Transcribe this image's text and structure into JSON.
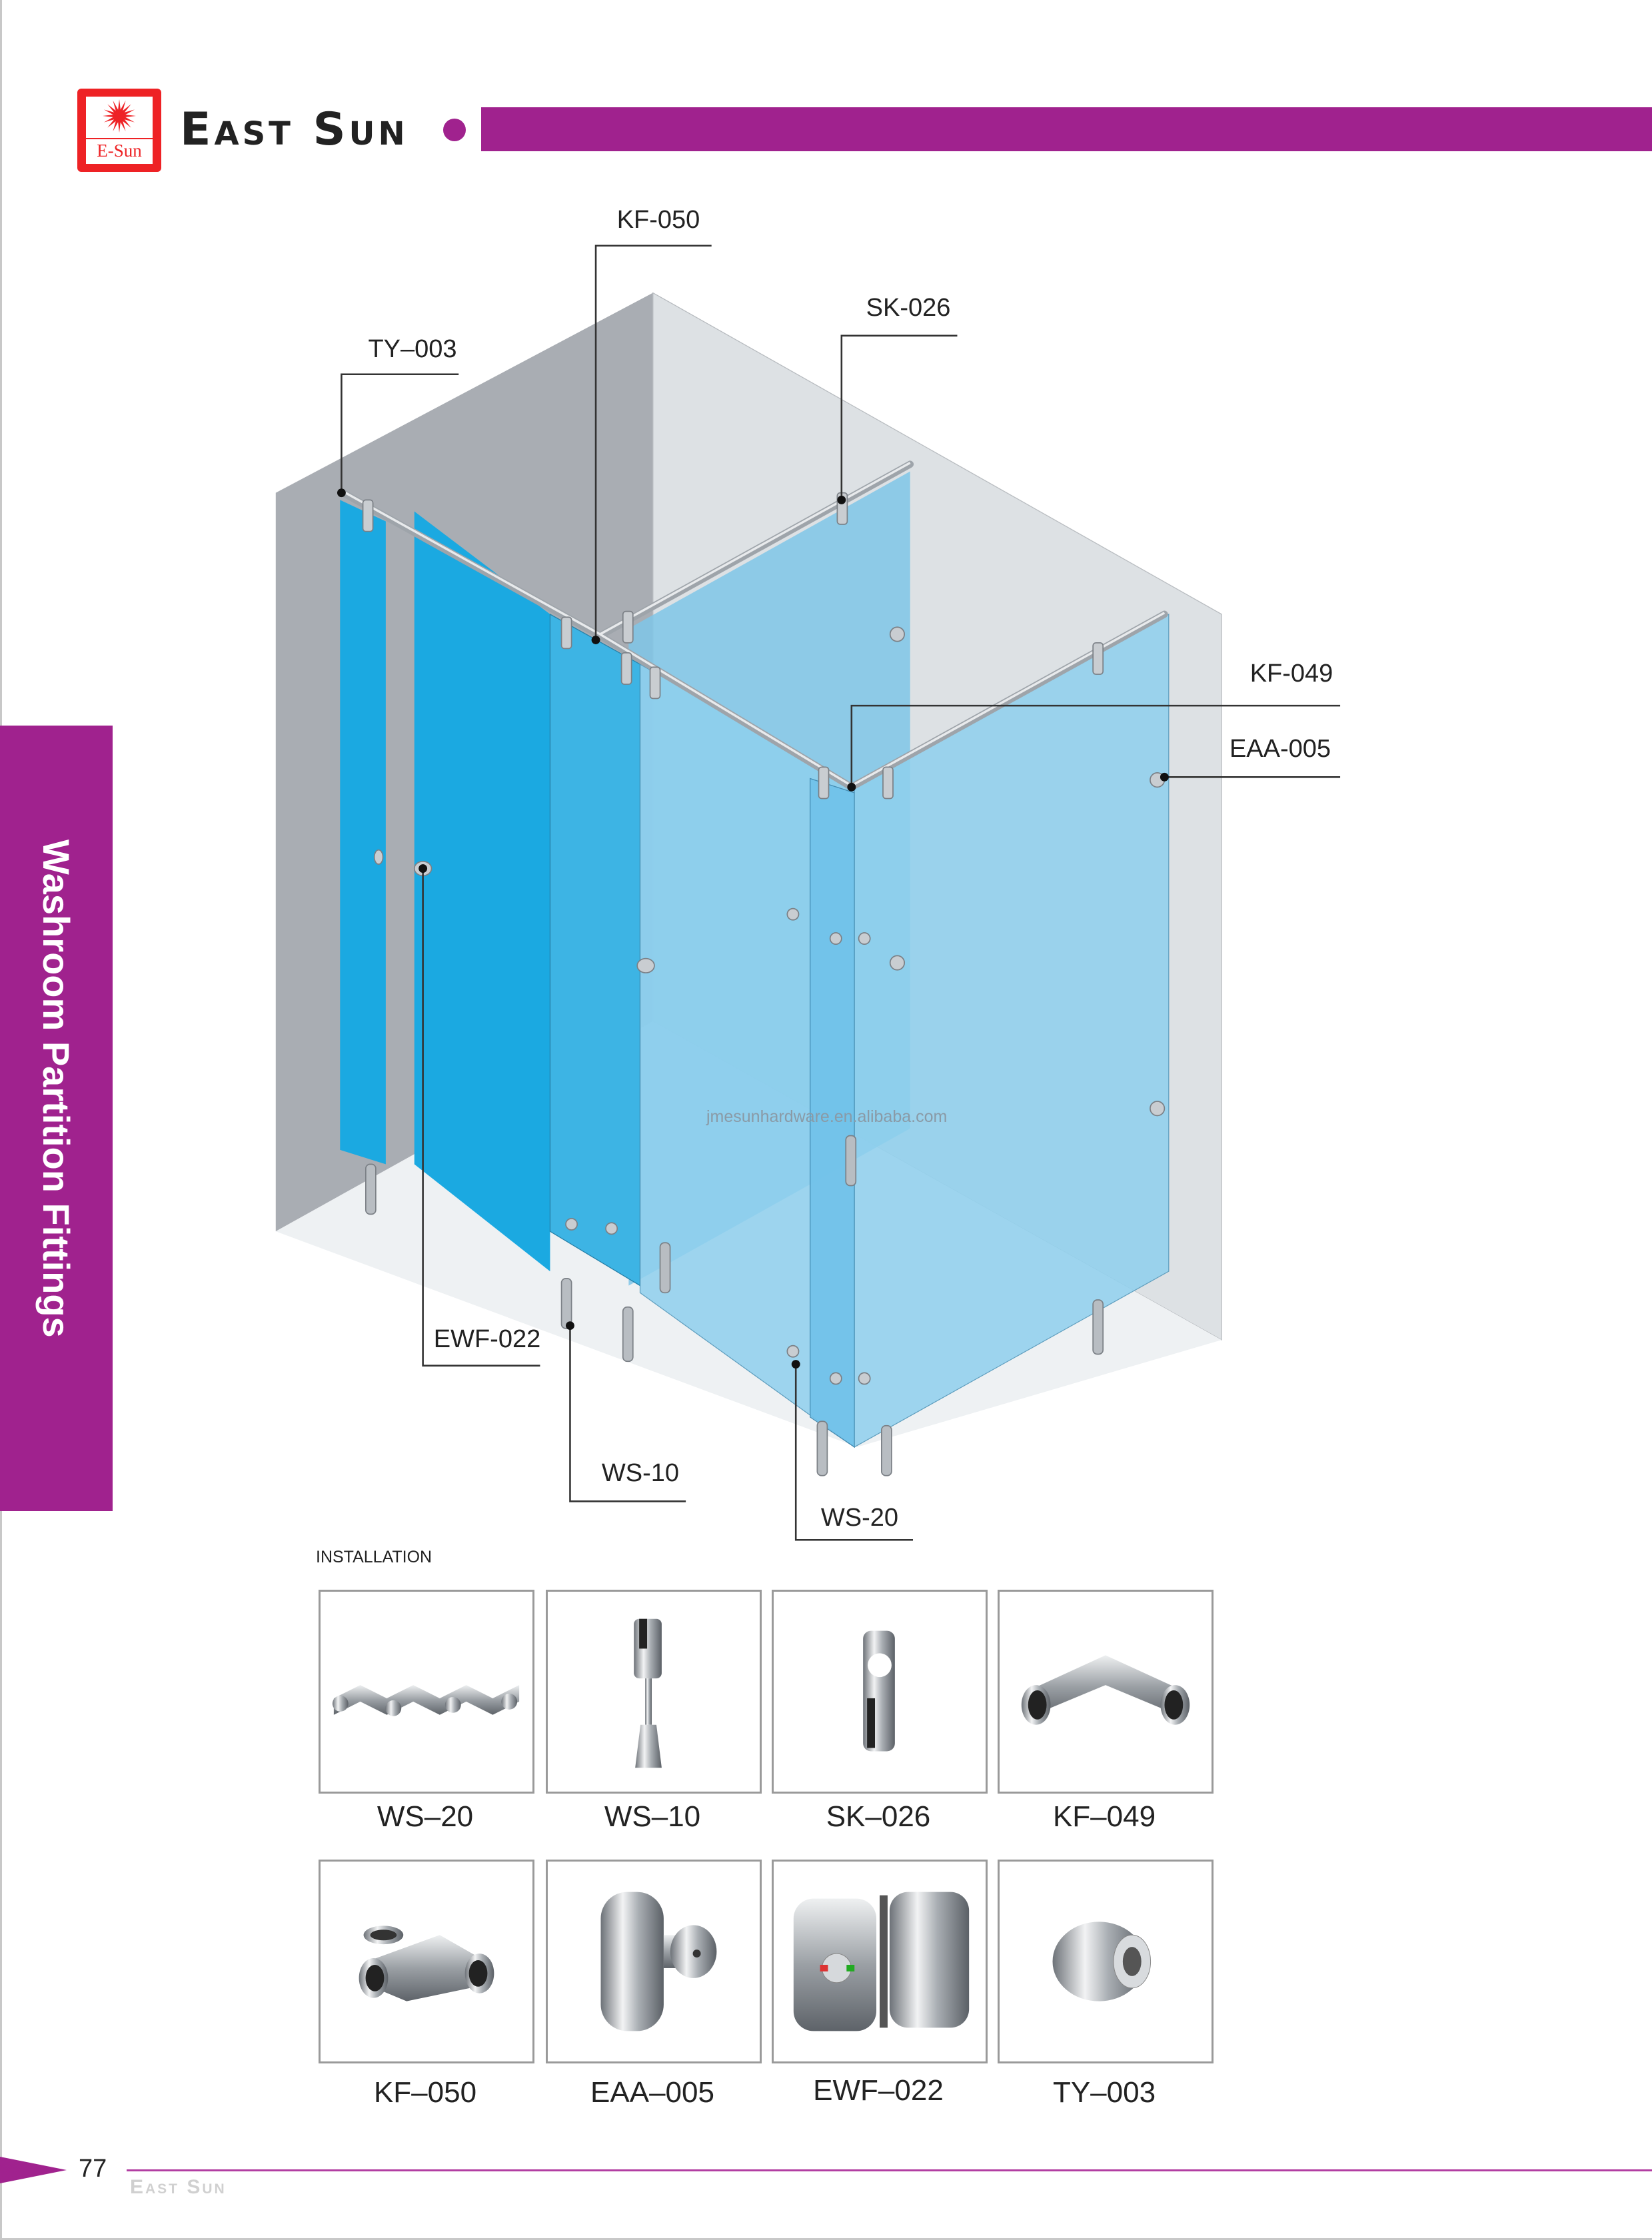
{
  "header": {
    "logo_text": "E-Sun",
    "brand": "East Sun",
    "accent_color": "#a0228e",
    "logo_color": "#ee2225"
  },
  "side_title": "Washroom Partition Fittings",
  "diagram": {
    "callouts": {
      "kf050": "KF-050",
      "sk026": "SK-026",
      "ty003": "TY–003",
      "kf049": "KF-049",
      "eaa005": "EAA-005",
      "ewf022": "EWF-022",
      "ws10": "WS-10",
      "ws20": "WS-20"
    },
    "watermark": "jmesunhardware.en.alibaba.com"
  },
  "installation": {
    "title": "INSTALLATION",
    "products": [
      {
        "code": "WS–20",
        "icon": "floor-bracket"
      },
      {
        "code": "WS–10",
        "icon": "support-leg"
      },
      {
        "code": "SK–026",
        "icon": "tube-clamp"
      },
      {
        "code": "KF–049",
        "icon": "elbow-connector"
      },
      {
        "code": "KF–050",
        "icon": "tee-connector"
      },
      {
        "code": "EAA–005",
        "icon": "wall-bracket"
      },
      {
        "code": "EWF–022",
        "icon": "lock-indicator"
      },
      {
        "code": "TY–003",
        "icon": "end-cap"
      }
    ]
  },
  "footer": {
    "page_number": "77",
    "brand": "East Sun"
  }
}
